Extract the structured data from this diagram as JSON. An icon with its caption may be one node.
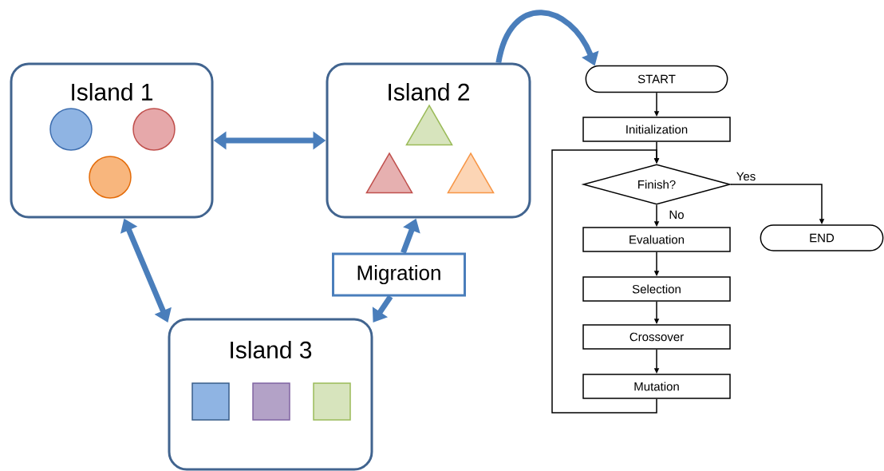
{
  "diagram": {
    "nodes": [
      {
        "text": [
          "Island 1"
        ]
      },
      {
        "text": [],
        "shape": "circle",
        "in": 0
      },
      {
        "text": [],
        "shape": "circle",
        "in": 0
      },
      {
        "text": [],
        "shape": "circle",
        "in": 0
      },
      {
        "text": [
          "Island 2"
        ]
      },
      {
        "text": [],
        "shape": "triangle",
        "in": 4
      },
      {
        "text": [],
        "shape": "triangle",
        "in": 4
      },
      {
        "text": [],
        "shape": "triangle",
        "in": 4
      },
      {
        "text": [
          "Migration"
        ]
      },
      {
        "text": [
          "Island 3"
        ]
      },
      {
        "text": [],
        "shape": "square",
        "in": 9
      },
      {
        "text": [],
        "shape": "square",
        "in": 9
      },
      {
        "text": [],
        "shape": "square",
        "in": 9
      },
      {
        "text": [
          "START"
        ]
      },
      {
        "text": [
          "Initialization"
        ]
      },
      {
        "text": [
          "Finish?"
        ]
      },
      {
        "text": [
          "Evaluation"
        ]
      },
      {
        "text": [
          "Selection"
        ]
      },
      {
        "text": [
          "Crossover"
        ]
      },
      {
        "text": [
          "Mutation"
        ]
      },
      {
        "text": [
          "END"
        ]
      }
    ],
    "edges": [
      {
        "from": 0,
        "to": 4,
        "arrow": "both",
        "style": "thick",
        "color": "#4a7ebb"
      },
      {
        "from": 0,
        "to": 9,
        "arrow": "both",
        "style": "thick",
        "color": "#4a7ebb"
      },
      {
        "from": 8,
        "to": 4,
        "arrow": "to",
        "style": "thick",
        "color": "#4a7ebb"
      },
      {
        "from": 8,
        "to": 9,
        "arrow": "to",
        "style": "thick",
        "color": "#4a7ebb"
      },
      {
        "from": 4,
        "to": 13,
        "arrow": "to",
        "style": "thick",
        "color": "#4a7ebb"
      },
      {
        "from": 13,
        "to": 14,
        "arrow": "to"
      },
      {
        "from": 14,
        "to": 15,
        "arrow": "to"
      },
      {
        "from": 15,
        "to": 20,
        "arrow": "to",
        "label": "Yes"
      },
      {
        "from": 15,
        "to": 16,
        "arrow": "to",
        "label": "No"
      },
      {
        "from": 16,
        "to": 17,
        "arrow": "to"
      },
      {
        "from": 17,
        "to": 18,
        "arrow": "to"
      },
      {
        "from": 18,
        "to": 19,
        "arrow": "to"
      },
      {
        "from": 19,
        "to": 15,
        "arrow": "to"
      }
    ]
  }
}
